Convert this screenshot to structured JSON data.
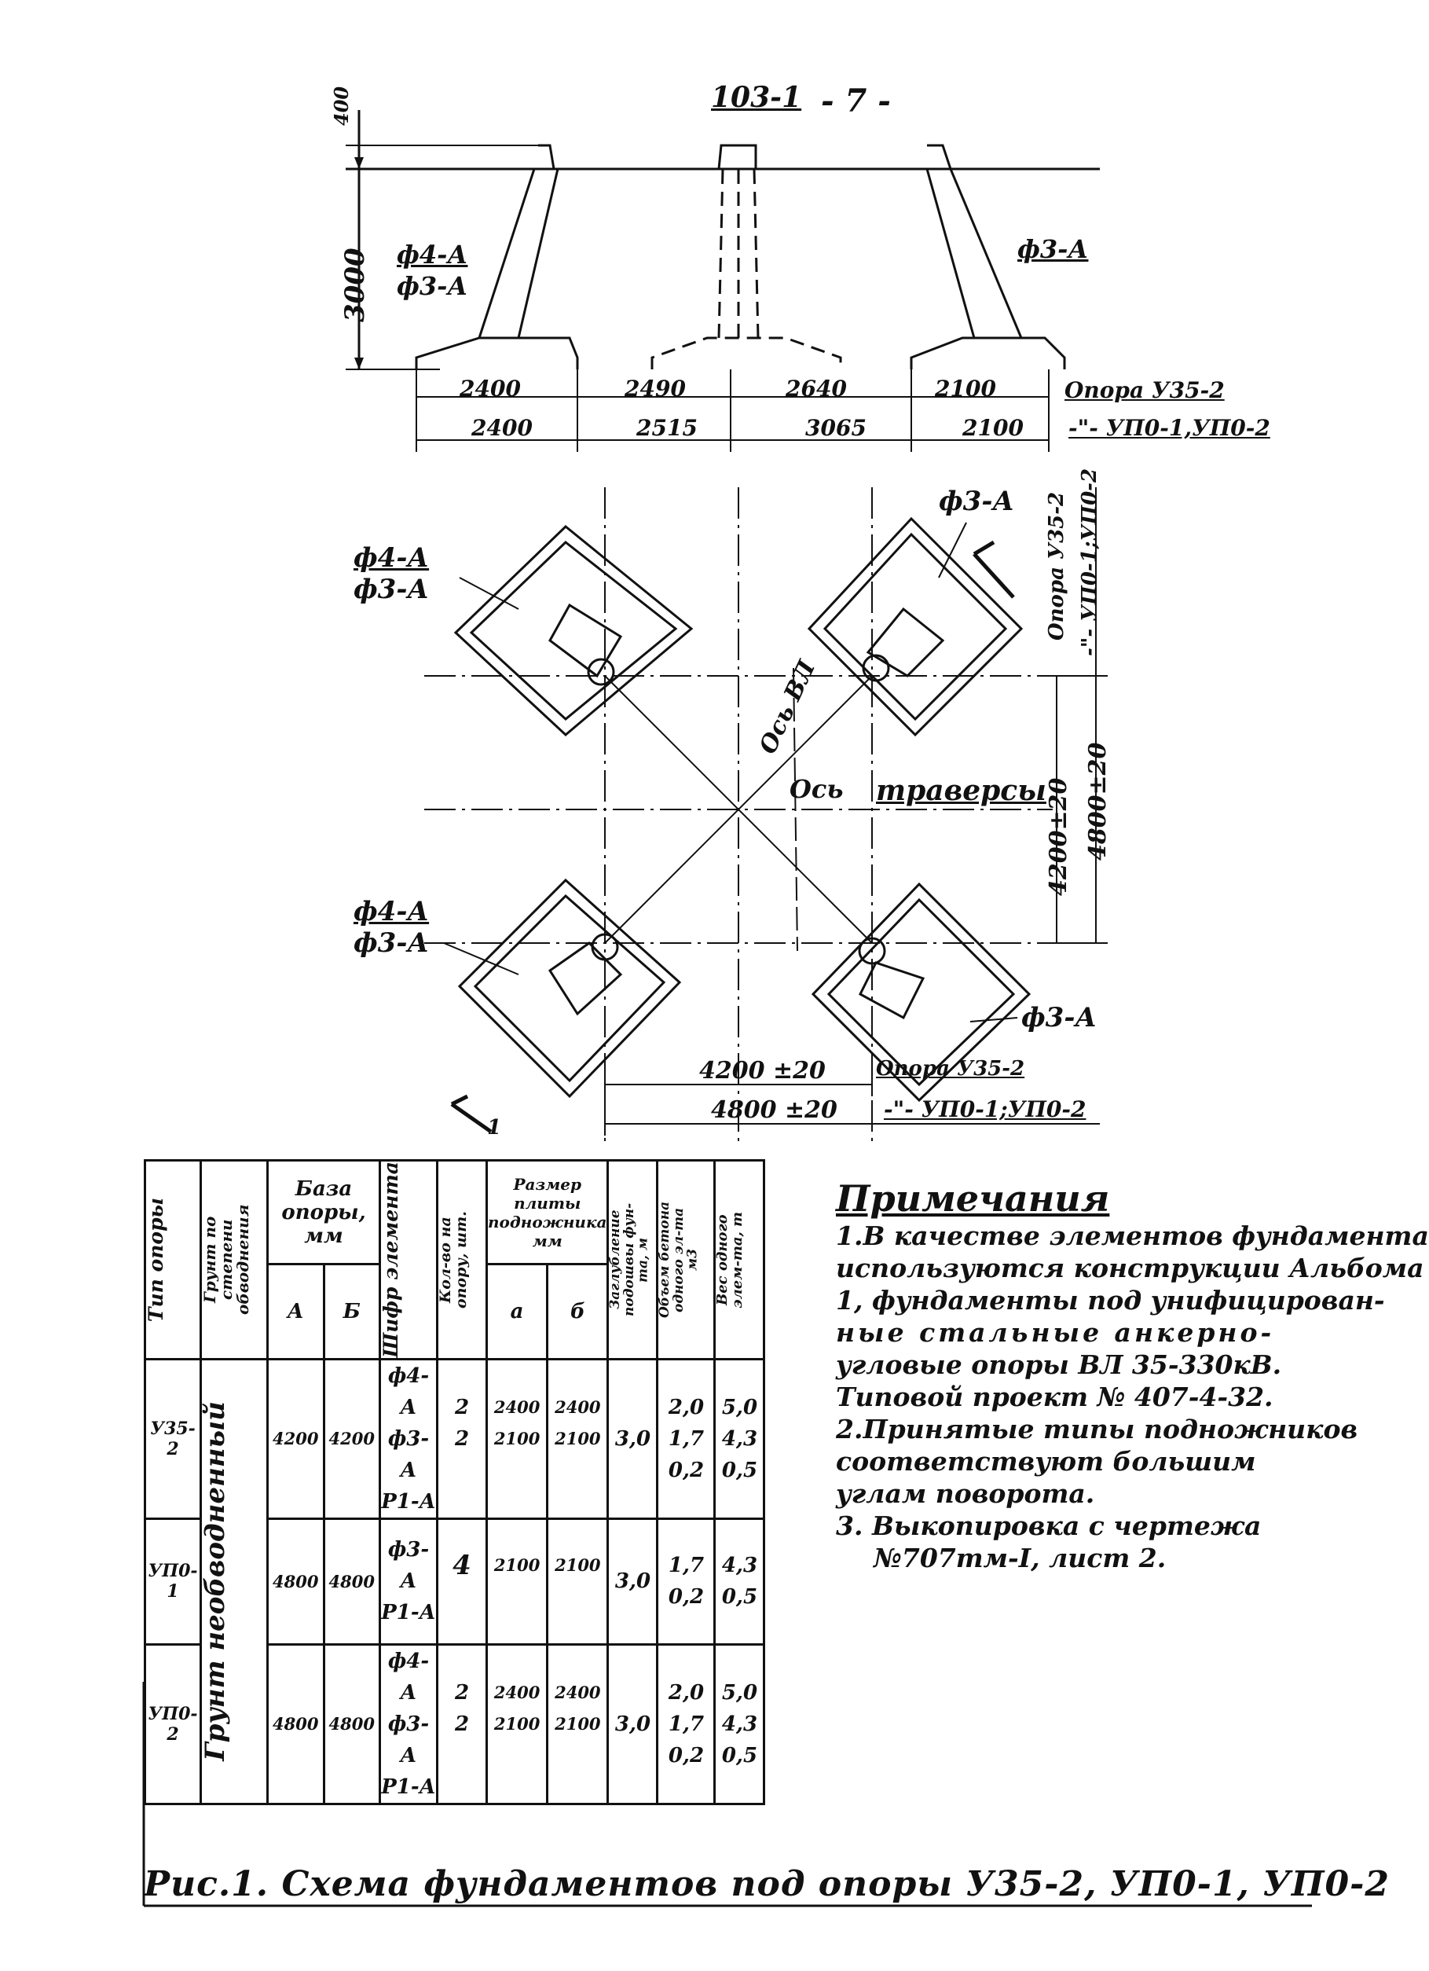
{
  "header": {
    "doc_code": "103-1",
    "page_number": "- 7 -"
  },
  "elevation": {
    "dim_top": "400",
    "dim_height": "3000",
    "left_label_1": "ф4-А",
    "left_label_2": "ф3-А",
    "right_label": "ф3-А",
    "dims_row1": [
      "2400",
      "2490",
      "2640",
      "2100"
    ],
    "dims_row2": [
      "2400",
      "2515",
      "3065",
      "2100"
    ],
    "legend_row1": "Опора У35-2",
    "legend_row2": "-\"- УП0-1,УП0-2"
  },
  "plan": {
    "label_tl_1": "ф4-А",
    "label_tl_2": "ф3-А",
    "label_tr": "ф3-А",
    "label_bl_1": "ф4-А",
    "label_bl_2": "ф3-А",
    "label_br": "ф3-А",
    "axis_vl": "Ось ВЛ",
    "axis_traverse_1": "Ось",
    "axis_traverse_2": "траверсы",
    "dim_vert_1": "4200±20",
    "dim_vert_2": "4800±20",
    "legend_vert_1": "Опора У35-2",
    "legend_vert_2": "-\"- УП0-1;УП0-2",
    "dim_horiz_1": "4200 ±20",
    "dim_horiz_2": "4800 ±20",
    "legend_horiz_1": "Опора У35-2",
    "legend_horiz_2": "-\"- УП0-1;УП0-2",
    "section_mark": "1"
  },
  "table": {
    "headers": {
      "type": "Тип опоры",
      "soil": "Грунт по степени обводнения",
      "base": "База опоры, мм",
      "base_a": "А",
      "base_b": "Б",
      "cipher": "Шифр элемента",
      "count": "Кол-во на опору, шт.",
      "plate": "Размер плиты подножника мм",
      "plate_a": "а",
      "plate_b": "б",
      "depth": "Заглубление подошвы фун-та, м",
      "volume": "Объем бетона одного эл-та м3",
      "weight": "Вес одного элем-та, т"
    },
    "soil_value": "Грунт необводненный",
    "rows": [
      {
        "type": "У35-2",
        "a": "4200",
        "b": "4200",
        "ciphers": [
          "ф4-А",
          "ф3-А",
          "Р1-А"
        ],
        "counts": [
          "2",
          "2",
          ""
        ],
        "plate_a": [
          "2400",
          "2100",
          ""
        ],
        "plate_b": [
          "2400",
          "2100",
          ""
        ],
        "depth": "3,0",
        "volume": [
          "2,0",
          "1,7",
          "0,2"
        ],
        "weight": [
          "5,0",
          "4,3",
          "0,5"
        ]
      },
      {
        "type": "УП0-1",
        "a": "4800",
        "b": "4800",
        "ciphers": [
          "ф3-А",
          "Р1-А"
        ],
        "counts": [
          "4",
          ""
        ],
        "plate_a": [
          "2100",
          ""
        ],
        "plate_b": [
          "2100",
          ""
        ],
        "depth": "3,0",
        "volume": [
          "1,7",
          "0,2"
        ],
        "weight": [
          "4,3",
          "0,5"
        ]
      },
      {
        "type": "УП0-2",
        "a": "4800",
        "b": "4800",
        "ciphers": [
          "ф4-А",
          "ф3-А",
          "Р1-А"
        ],
        "counts": [
          "2",
          "2",
          ""
        ],
        "plate_a": [
          "2400",
          "2100",
          ""
        ],
        "plate_b": [
          "2400",
          "2100",
          ""
        ],
        "depth": "3,0",
        "volume": [
          "2,0",
          "1,7",
          "0,2"
        ],
        "weight": [
          "5,0",
          "4,3",
          "0,5"
        ]
      }
    ]
  },
  "notes": {
    "title": "Примечания",
    "lines": [
      "1.В качестве элементов фундамента",
      "используются конструкции Альбома",
      "1, фундаменты под унифицирован-",
      "ные стальные анкерно-",
      "угловые опоры ВЛ 35-330кВ.",
      "Типовой проект № 407-4-32.",
      "2.Принятые типы подножников",
      "соответствуют большим",
      "углам поворота.",
      "3. Выкопировка с чертежа",
      "№707тм-I, лист 2."
    ]
  },
  "caption": "Рис.1. Схема фундаментов под опоры У35-2, УП0-1, УП0-2"
}
